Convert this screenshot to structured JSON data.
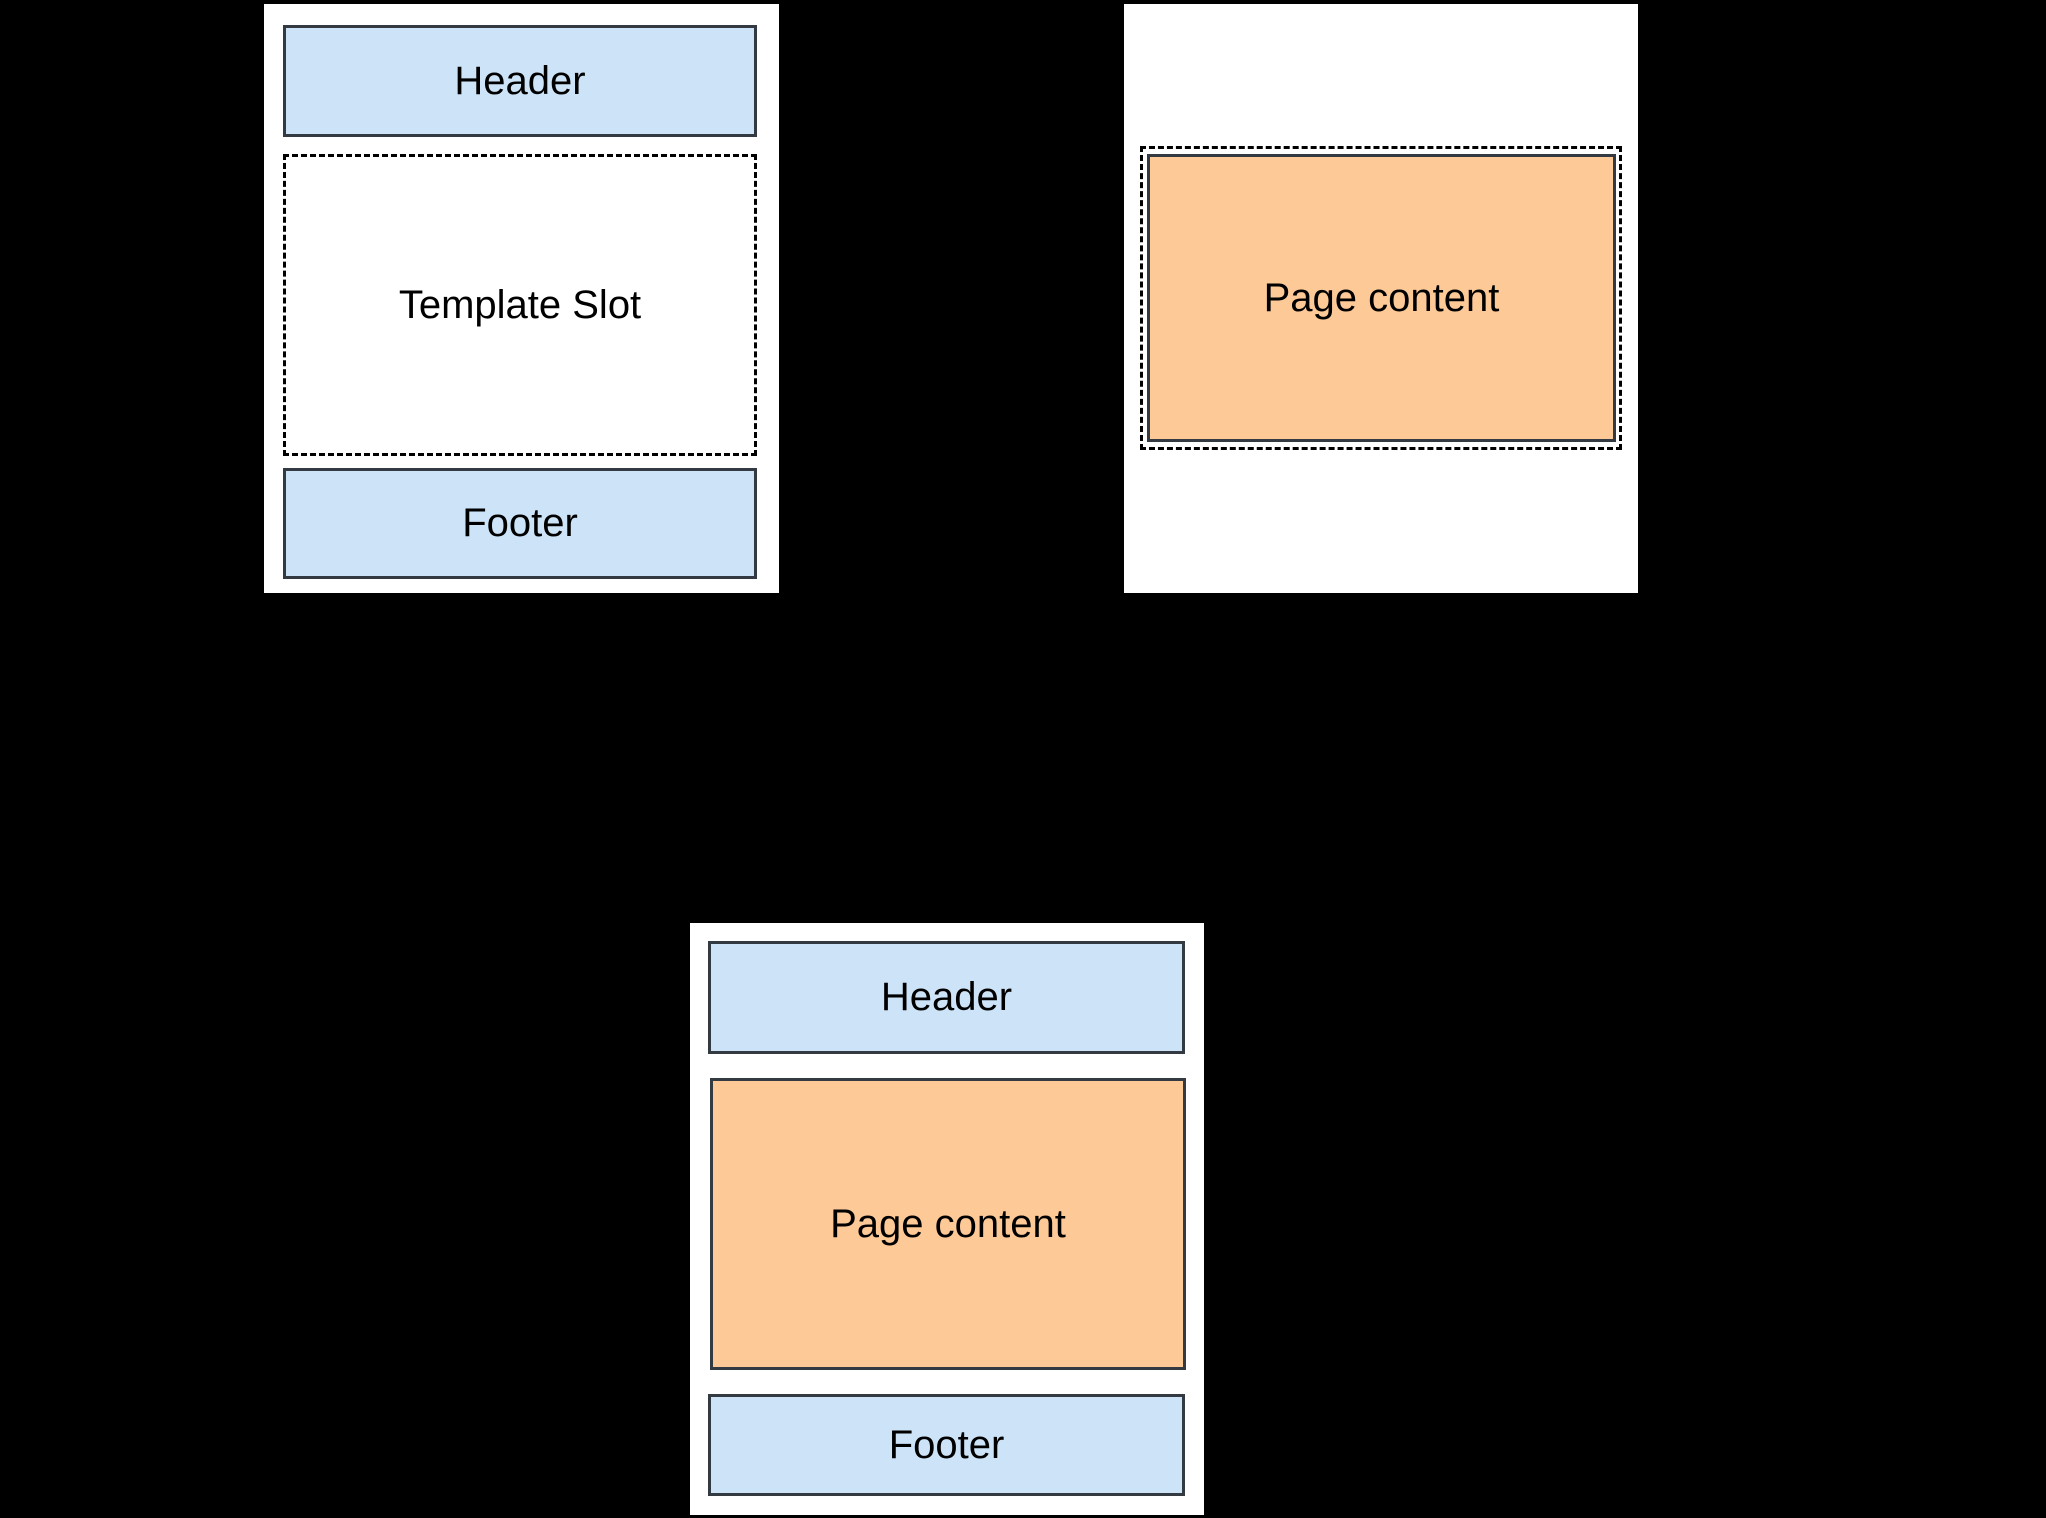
{
  "colors": {
    "background": "#000000",
    "card_background": "#ffffff",
    "header_footer_fill": "#cde3f8",
    "page_content_fill": "#fdc997",
    "solid_border": "#343a42",
    "dashed_border": "#000000",
    "text": "#000000"
  },
  "template_card": {
    "header_label": "Header",
    "slot_label": "Template Slot",
    "footer_label": "Footer"
  },
  "page_card": {
    "content_label": "Page content"
  },
  "result_card": {
    "header_label": "Header",
    "content_label": "Page content",
    "footer_label": "Footer"
  }
}
